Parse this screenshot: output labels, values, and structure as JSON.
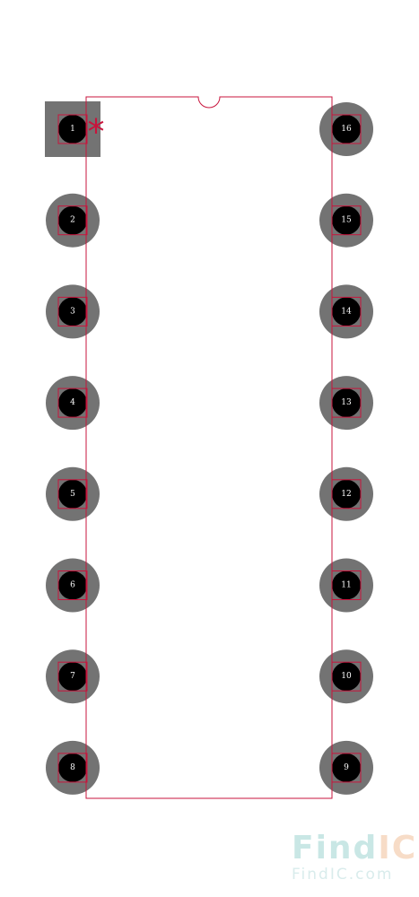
{
  "component": {
    "pin1_marker": "*",
    "colors": {
      "body_outline": "#c8143c",
      "pad": "#737373",
      "drill": "#000000",
      "pin_text": "#ffffff",
      "pin_box": "#c8143c"
    },
    "pins_left": [
      {
        "number": "1",
        "shape": "square"
      },
      {
        "number": "2",
        "shape": "round"
      },
      {
        "number": "3",
        "shape": "round"
      },
      {
        "number": "4",
        "shape": "round"
      },
      {
        "number": "5",
        "shape": "round"
      },
      {
        "number": "6",
        "shape": "round"
      },
      {
        "number": "7",
        "shape": "round"
      },
      {
        "number": "8",
        "shape": "round"
      }
    ],
    "pins_right": [
      {
        "number": "16",
        "shape": "round"
      },
      {
        "number": "15",
        "shape": "round"
      },
      {
        "number": "14",
        "shape": "round"
      },
      {
        "number": "13",
        "shape": "round"
      },
      {
        "number": "12",
        "shape": "round"
      },
      {
        "number": "11",
        "shape": "round"
      },
      {
        "number": "10",
        "shape": "round"
      },
      {
        "number": "9",
        "shape": "round"
      }
    ]
  },
  "watermark": {
    "brand_find": "Find",
    "brand_ic": "IC",
    "url": "FindIC.com",
    "colors": {
      "find": "#c9e7e5",
      "ic": "#f7dcc7",
      "url": "#d9ecec"
    }
  }
}
